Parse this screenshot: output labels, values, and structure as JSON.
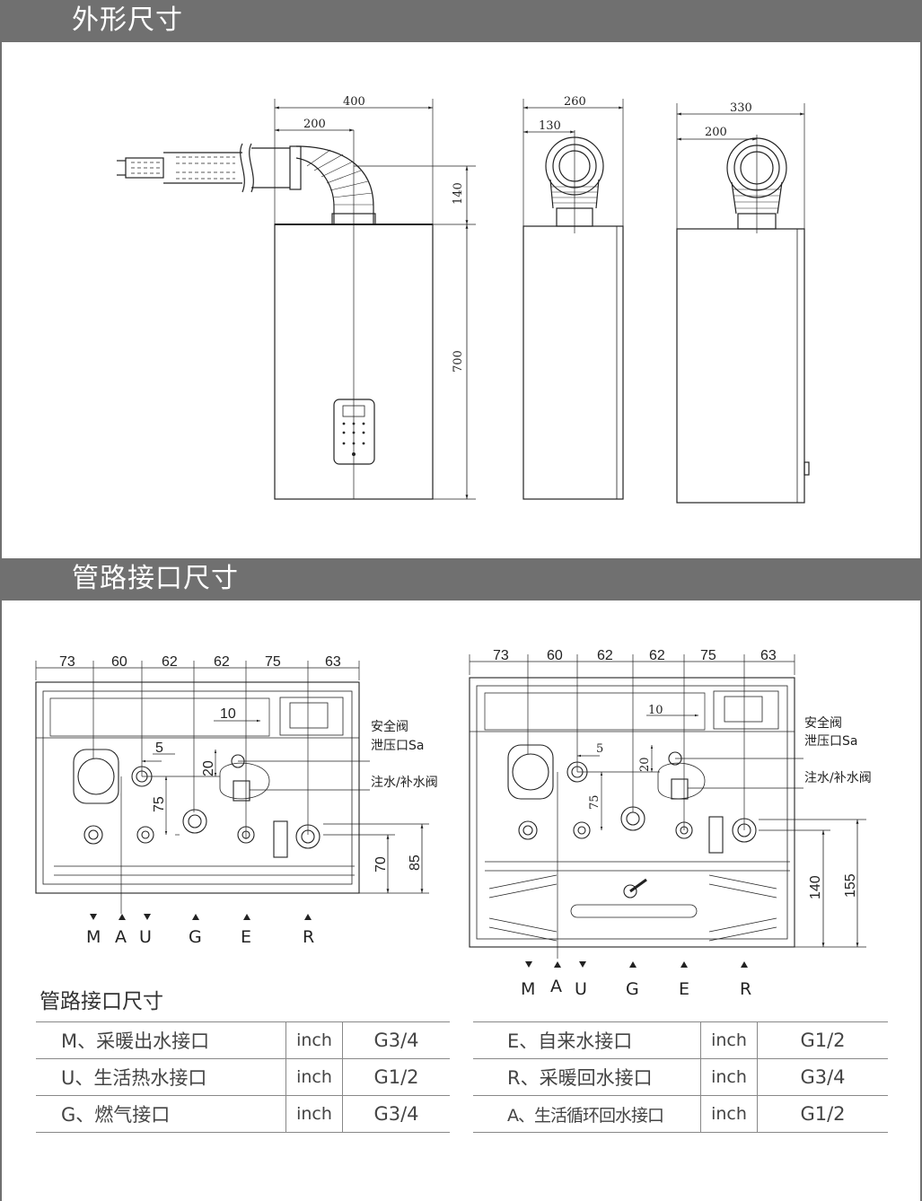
{
  "sections": {
    "outline": {
      "title": "外形尺寸"
    },
    "pipes": {
      "title": "管路接口尺寸"
    }
  },
  "outline_dims": {
    "front": {
      "width": "400",
      "half": "200",
      "flue": "140",
      "height": "700"
    },
    "side": {
      "depth": "260",
      "flue_offset": "130"
    },
    "back": {
      "depth": "330",
      "flue_offset": "200"
    }
  },
  "connection_dims": {
    "spacing": [
      "73",
      "60",
      "62",
      "62",
      "75",
      "63"
    ],
    "left": {
      "a": "10",
      "b": "5",
      "c": "20",
      "d": "75",
      "e": "70",
      "f": "85"
    },
    "right": {
      "a": "10",
      "b": "5",
      "c": "20",
      "d": "75",
      "e": "140",
      "f": "155"
    },
    "callouts": [
      "安全阀",
      "泄压口Sa",
      "注水/补水阀"
    ],
    "letters": [
      "M",
      "A",
      "U",
      "G",
      "E",
      "R"
    ]
  },
  "table": {
    "title": "管路接口尺寸",
    "left_rows": [
      {
        "name": "M、采暖出水接口",
        "unit": "inch",
        "size": "G3/4"
      },
      {
        "name": "U、生活热水接口",
        "unit": "inch",
        "size": "G1/2"
      },
      {
        "name": "G、燃气接口",
        "unit": "inch",
        "size": "G3/4"
      }
    ],
    "right_rows": [
      {
        "name": "E、自来水接口",
        "unit": "inch",
        "size": "G1/2"
      },
      {
        "name": "R、采暖回水接口",
        "unit": "inch",
        "size": "G3/4"
      },
      {
        "name": "A、生活循环回水接口",
        "unit": "inch",
        "size": "G1/2"
      }
    ]
  },
  "colors": {
    "header_band": "#707070",
    "line": "#222222"
  }
}
